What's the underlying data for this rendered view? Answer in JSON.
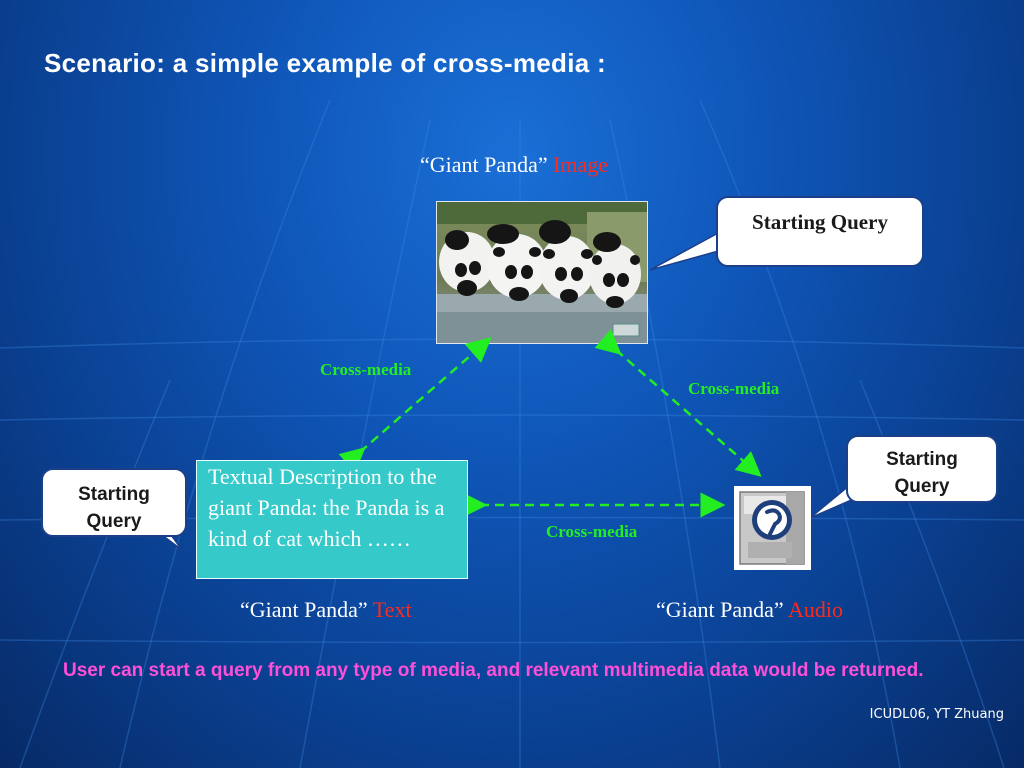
{
  "slide": {
    "title": "Scenario:  a simple example of cross-media :",
    "image_caption": {
      "prefix": "“Giant Panda”",
      "accent": "Image"
    },
    "text_caption": {
      "prefix": "“Giant Panda”",
      "accent": "Text"
    },
    "audio_caption": {
      "prefix": "“Giant Panda”",
      "accent": "Audio"
    },
    "callouts": {
      "image": "Starting Query",
      "audio_line1": "Starting",
      "audio_line2": "Query",
      "text_line1": "Starting",
      "text_line2": "Query"
    },
    "cross_media_labels": [
      "Cross-media",
      "Cross-media",
      "Cross-media"
    ],
    "text_description": "Textual Description to the giant Panda: the Panda is a kind of cat which ……",
    "note": "User can start a query from any type of media, and relevant multimedia data would be returned.",
    "footer": "ICUDL06, YT Zhuang"
  },
  "icons": {
    "panda_image": "panda-photo",
    "audio": "audio-file-icon"
  },
  "colors": {
    "accent_red": "#ff2a1a",
    "arrow_green": "#22ee22",
    "note_pink": "#ff4fd8",
    "text_box_cyan": "#35c9c9"
  }
}
